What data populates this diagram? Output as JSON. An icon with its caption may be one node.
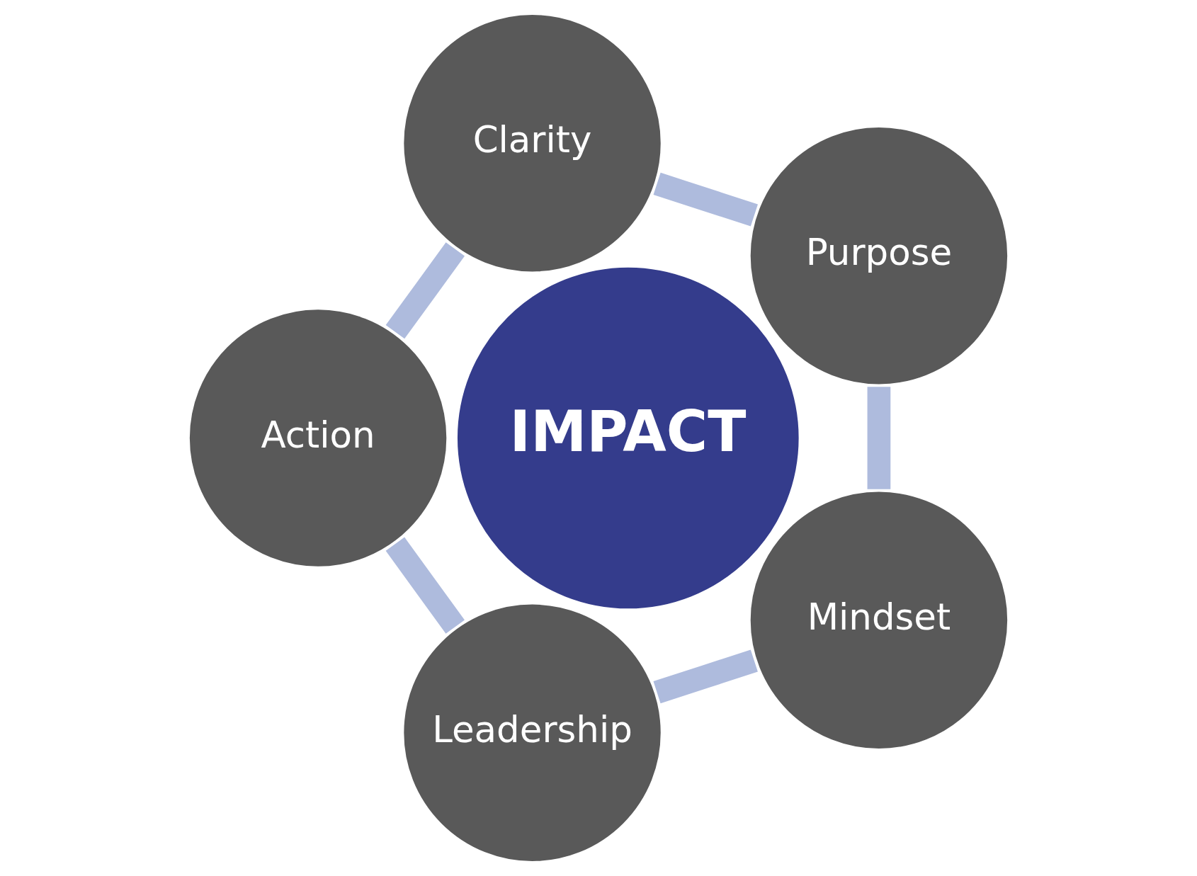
{
  "diagram": {
    "nodes": [
      {
        "text": [
          "Purpose"
        ]
      },
      {
        "text": [
          "Mindset"
        ]
      },
      {
        "text": [
          "Clarity"
        ]
      },
      {
        "text": [
          "IMPACT"
        ]
      },
      {
        "text": [
          "Leadership"
        ]
      },
      {
        "text": [
          "Action"
        ]
      }
    ],
    "edges": [
      {
        "from": 0,
        "to": 2,
        "arrow": "none"
      },
      {
        "from": 2,
        "to": 5,
        "arrow": "none"
      },
      {
        "from": 5,
        "to": 4,
        "arrow": "none"
      },
      {
        "from": 4,
        "to": 1,
        "arrow": "none"
      },
      {
        "from": 1,
        "to": 0,
        "arrow": "none"
      }
    ]
  }
}
